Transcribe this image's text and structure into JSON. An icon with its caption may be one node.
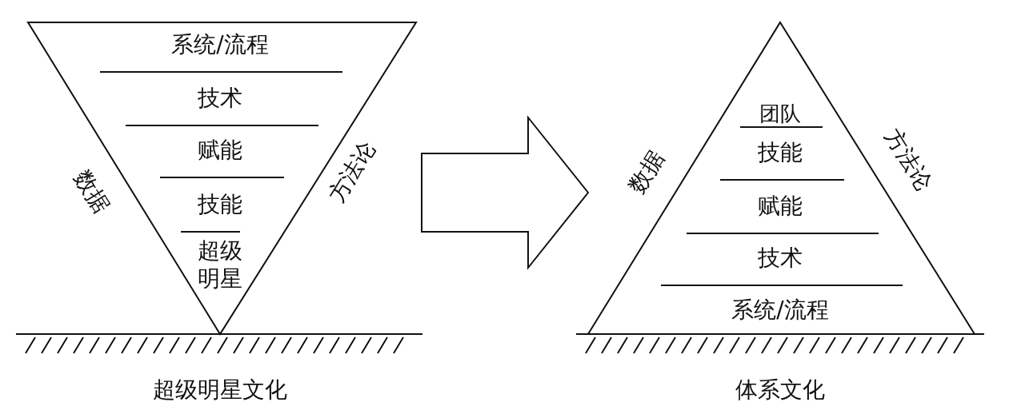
{
  "diagram": {
    "nodes": [
      {
        "text": [
          "系统/流程",
          "技术",
          "赋能",
          "技能",
          "超级明星"
        ],
        "beside": [
          "数据",
          "方法论",
          "超级明星文化"
        ]
      },
      {
        "text": [
          "团队",
          "技能",
          "赋能",
          "技术",
          "系统/流程"
        ],
        "beside": [
          "数据",
          "方法论",
          "体系文化"
        ]
      }
    ],
    "edges": [
      {
        "from": 0,
        "to": 1,
        "arrow": "to"
      }
    ]
  }
}
